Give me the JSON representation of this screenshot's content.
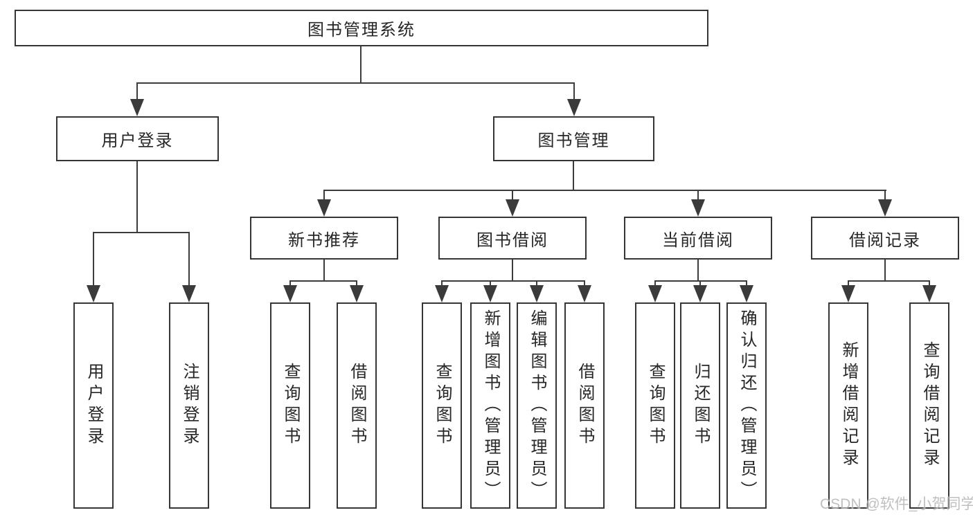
{
  "diagram": {
    "root": {
      "label": "图书管理系统"
    },
    "branches": {
      "user_login": {
        "label": "用户登录",
        "children": [
          {
            "label": "用户登录"
          },
          {
            "label": "注销登录"
          }
        ]
      },
      "book_management": {
        "label": "图书管理",
        "children": [
          {
            "label": "新书推荐",
            "children": [
              {
                "label": "查询图书"
              },
              {
                "label": "借阅图书"
              }
            ]
          },
          {
            "label": "图书借阅",
            "children": [
              {
                "label": "查询图书"
              },
              {
                "label": "新增图书（管理员）"
              },
              {
                "label": "编辑图书（管理员）"
              },
              {
                "label": "借阅图书"
              }
            ]
          },
          {
            "label": "当前借阅",
            "children": [
              {
                "label": "查询图书"
              },
              {
                "label": "归还图书"
              },
              {
                "label": "确认归还（管理员）"
              }
            ]
          },
          {
            "label": "借阅记录",
            "children": [
              {
                "label": "新增借阅记录"
              },
              {
                "label": "查询借阅记录"
              }
            ]
          }
        ]
      }
    },
    "colors": {
      "line": "#3b3b3b",
      "border": "#353535",
      "text": "#262626",
      "watermark": "#b5b5b5"
    }
  },
  "watermark": {
    "text": "CSDN @软件_小贺同学"
  }
}
